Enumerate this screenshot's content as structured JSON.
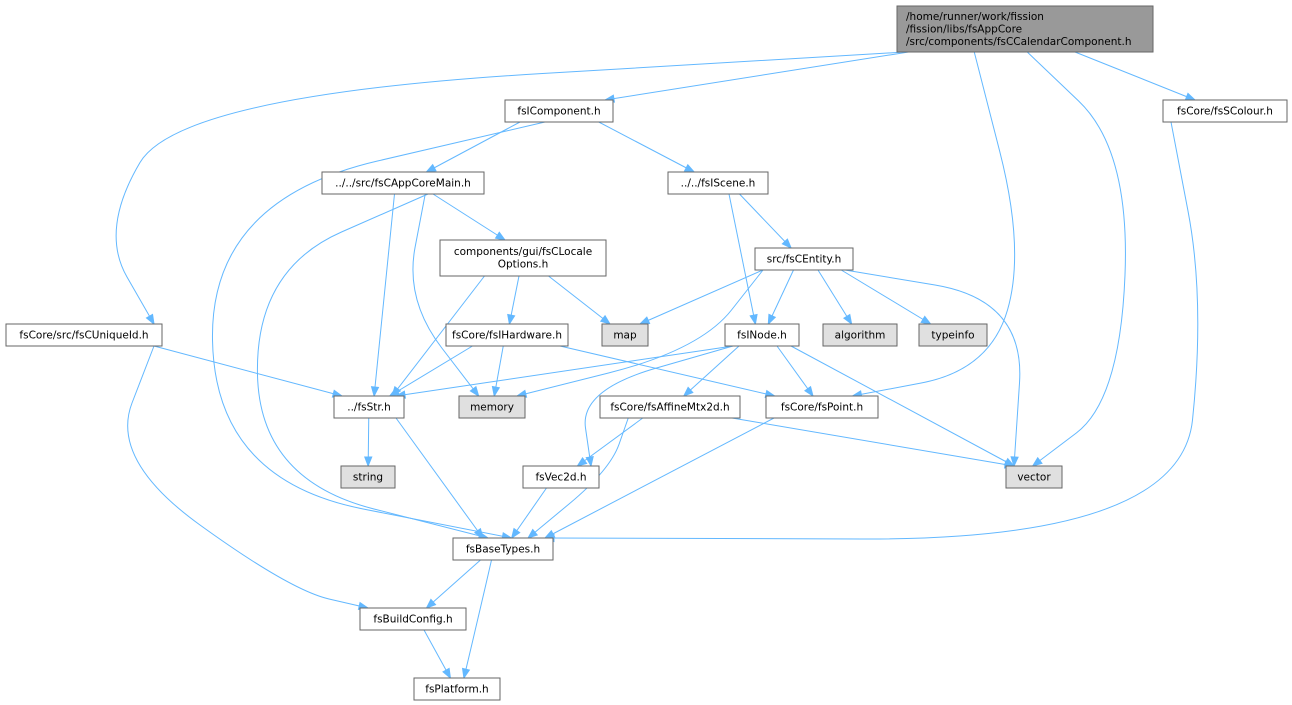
{
  "graph": {
    "title": "",
    "colors": {
      "edge": "#63b8ff",
      "node_fill": "#ffffff",
      "root_fill": "#999999",
      "system_fill": "#e0e0e0",
      "node_border": "#666666"
    },
    "nodes": [
      {
        "id": "root",
        "lines": [
          "/home/runner/work/fission",
          "/fission/libs/fsAppCore",
          "/src/components/fsCCalendarComponent.h"
        ],
        "kind": "root"
      },
      {
        "id": "icomponent",
        "lines": [
          "fsIComponent.h"
        ],
        "kind": "file"
      },
      {
        "id": "scolour",
        "lines": [
          "fsCore/fsSColour.h"
        ],
        "kind": "file"
      },
      {
        "id": "appcoremain",
        "lines": [
          "../../src/fsCAppCoreMain.h"
        ],
        "kind": "file"
      },
      {
        "id": "iscene",
        "lines": [
          "../../fsIScene.h"
        ],
        "kind": "file"
      },
      {
        "id": "localeopts",
        "lines": [
          "components/gui/fsCLocale",
          "Options.h"
        ],
        "kind": "file"
      },
      {
        "id": "centity",
        "lines": [
          "src/fsCEntity.h"
        ],
        "kind": "file"
      },
      {
        "id": "uniqueid",
        "lines": [
          "fsCore/src/fsCUniqueId.h"
        ],
        "kind": "file"
      },
      {
        "id": "ihardware",
        "lines": [
          "fsCore/fsIHardware.h"
        ],
        "kind": "file"
      },
      {
        "id": "map",
        "lines": [
          "map"
        ],
        "kind": "system"
      },
      {
        "id": "inode",
        "lines": [
          "fsINode.h"
        ],
        "kind": "file"
      },
      {
        "id": "algorithm",
        "lines": [
          "algorithm"
        ],
        "kind": "system"
      },
      {
        "id": "typeinfo",
        "lines": [
          "typeinfo"
        ],
        "kind": "system"
      },
      {
        "id": "fsstr",
        "lines": [
          "../fsStr.h"
        ],
        "kind": "file"
      },
      {
        "id": "memory",
        "lines": [
          "memory"
        ],
        "kind": "system"
      },
      {
        "id": "affine",
        "lines": [
          "fsCore/fsAffineMtx2d.h"
        ],
        "kind": "file"
      },
      {
        "id": "point",
        "lines": [
          "fsCore/fsPoint.h"
        ],
        "kind": "file"
      },
      {
        "id": "string",
        "lines": [
          "string"
        ],
        "kind": "system"
      },
      {
        "id": "vec2d",
        "lines": [
          "fsVec2d.h"
        ],
        "kind": "file"
      },
      {
        "id": "vector",
        "lines": [
          "vector"
        ],
        "kind": "system"
      },
      {
        "id": "basetypes",
        "lines": [
          "fsBaseTypes.h"
        ],
        "kind": "file"
      },
      {
        "id": "buildconfig",
        "lines": [
          "fsBuildConfig.h"
        ],
        "kind": "file"
      },
      {
        "id": "platform",
        "lines": [
          "fsPlatform.h"
        ],
        "kind": "file"
      }
    ],
    "edges": [
      {
        "from": "root",
        "to": "icomponent"
      },
      {
        "from": "root",
        "to": "scolour"
      },
      {
        "from": "root",
        "to": "uniqueid"
      },
      {
        "from": "root",
        "to": "point"
      },
      {
        "from": "root",
        "to": "vector"
      },
      {
        "from": "icomponent",
        "to": "appcoremain"
      },
      {
        "from": "icomponent",
        "to": "iscene"
      },
      {
        "from": "icomponent",
        "to": "basetypes"
      },
      {
        "from": "scolour",
        "to": "basetypes"
      },
      {
        "from": "appcoremain",
        "to": "localeopts"
      },
      {
        "from": "appcoremain",
        "to": "fsstr"
      },
      {
        "from": "appcoremain",
        "to": "memory"
      },
      {
        "from": "appcoremain",
        "to": "basetypes"
      },
      {
        "from": "iscene",
        "to": "centity"
      },
      {
        "from": "iscene",
        "to": "inode"
      },
      {
        "from": "localeopts",
        "to": "ihardware"
      },
      {
        "from": "localeopts",
        "to": "map"
      },
      {
        "from": "localeopts",
        "to": "fsstr"
      },
      {
        "from": "centity",
        "to": "map"
      },
      {
        "from": "centity",
        "to": "inode"
      },
      {
        "from": "centity",
        "to": "algorithm"
      },
      {
        "from": "centity",
        "to": "typeinfo"
      },
      {
        "from": "centity",
        "to": "memory"
      },
      {
        "from": "centity",
        "to": "vector"
      },
      {
        "from": "uniqueid",
        "to": "fsstr"
      },
      {
        "from": "uniqueid",
        "to": "buildconfig"
      },
      {
        "from": "ihardware",
        "to": "fsstr"
      },
      {
        "from": "ihardware",
        "to": "memory"
      },
      {
        "from": "ihardware",
        "to": "point"
      },
      {
        "from": "inode",
        "to": "fsstr"
      },
      {
        "from": "inode",
        "to": "affine"
      },
      {
        "from": "inode",
        "to": "point"
      },
      {
        "from": "inode",
        "to": "vec2d"
      },
      {
        "from": "inode",
        "to": "vector"
      },
      {
        "from": "fsstr",
        "to": "string"
      },
      {
        "from": "fsstr",
        "to": "basetypes"
      },
      {
        "from": "affine",
        "to": "vec2d"
      },
      {
        "from": "affine",
        "to": "vector"
      },
      {
        "from": "affine",
        "to": "basetypes"
      },
      {
        "from": "point",
        "to": "basetypes"
      },
      {
        "from": "vec2d",
        "to": "basetypes"
      },
      {
        "from": "basetypes",
        "to": "buildconfig"
      },
      {
        "from": "basetypes",
        "to": "platform"
      },
      {
        "from": "buildconfig",
        "to": "platform"
      }
    ]
  }
}
